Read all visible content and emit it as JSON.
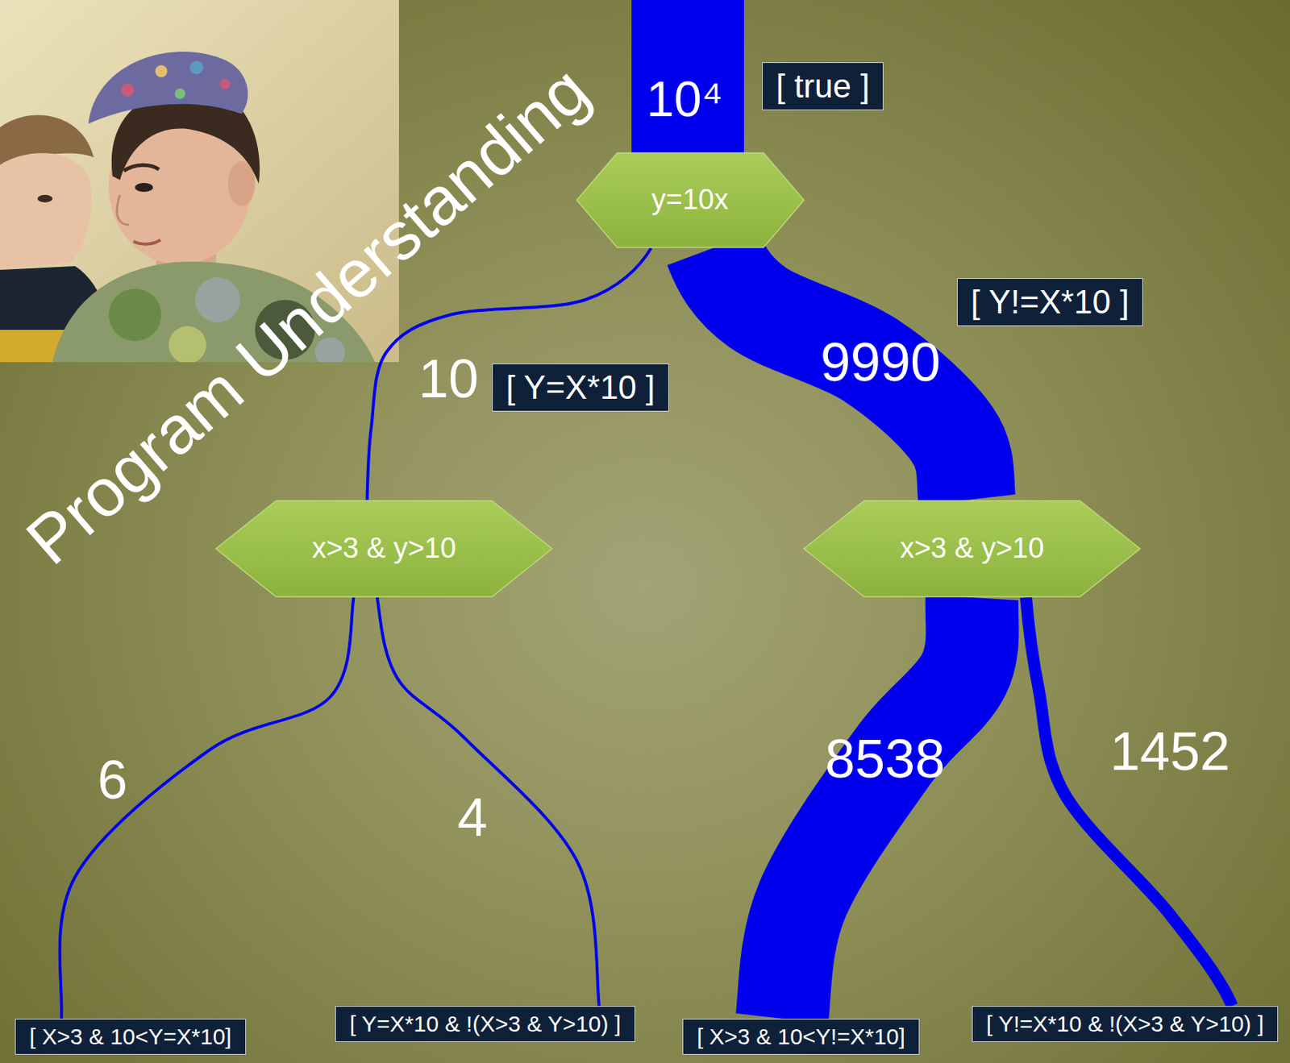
{
  "diagram": {
    "nodes": [
      {
        "text": [
          "[ true ]"
        ]
      },
      {
        "text": [
          "y=10x"
        ]
      },
      {
        "text": [
          "[ Y!=X*10 ]"
        ]
      },
      {
        "text": [
          "[ Y=X*10 ]"
        ]
      },
      {
        "text": [
          "x>3 & y>10"
        ]
      },
      {
        "text": [
          "x>3 & y>10"
        ]
      },
      {
        "text": [
          "[ X>3 & 10<Y=X*10]"
        ]
      },
      {
        "text": [
          "[ Y=X*10 & !(X>3 & Y>10) ]"
        ]
      },
      {
        "text": [
          "[ X>3 & 10<Y!=X*10]"
        ]
      },
      {
        "text": [
          "[ Y!=X*10 & !(X>3 & Y>10) ]"
        ]
      }
    ],
    "edges": [
      {
        "from": 1,
        "to": 4,
        "label": "10",
        "arrow": "none"
      },
      {
        "from": 1,
        "to": 5,
        "label": "9990",
        "arrow": "none"
      },
      {
        "from": 4,
        "to": 6,
        "label": "6",
        "arrow": "none"
      },
      {
        "from": 4,
        "to": 7,
        "label": "4",
        "arrow": "none"
      },
      {
        "from": 5,
        "to": 8,
        "label": "8538",
        "arrow": "none"
      },
      {
        "from": 5,
        "to": 9,
        "label": "1452",
        "arrow": "none"
      }
    ],
    "labels": [
      "10⁴",
      "Program Understanding"
    ]
  }
}
